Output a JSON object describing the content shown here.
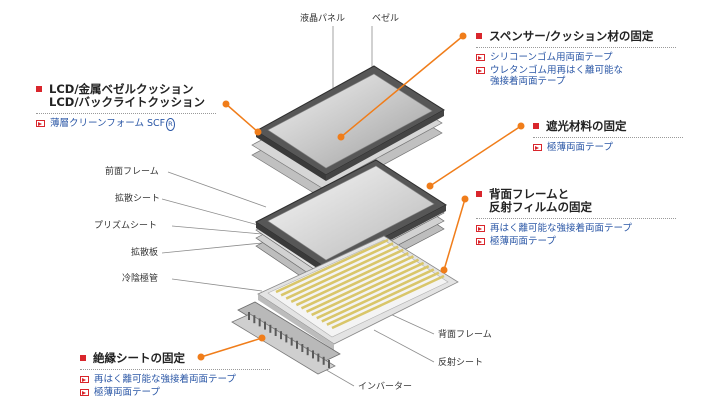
{
  "labels": {
    "liquid_panel": "液晶パネル",
    "bezel": "ベゼル",
    "front_frame": "前面フレーム",
    "diffuser_sheet": "拡散シート",
    "prism_sheet": "プリズムシート",
    "diffuser_plate": "拡散板",
    "ccfl": "冷陰極管",
    "back_frame": "背面フレーム",
    "reflector_sheet": "反射シート",
    "inverter": "インバーター"
  },
  "callouts": {
    "spacer": {
      "title": "スペンサー/クッション材の固定",
      "items": [
        "シリコーンゴム用両面テープ",
        "ウレタンゴム用再はく離可能な",
        "強接着両面テープ"
      ]
    },
    "lcd_cushion": {
      "title_line1": "LCD/金属ベゼルクッション",
      "title_line2": "LCD/バックライトクッション",
      "item": "薄層クリーンフォーム SCF",
      "registered_mark": "R"
    },
    "light_shield": {
      "title": "遮光材料の固定",
      "items": [
        "極薄両面テープ"
      ]
    },
    "back_frame_fix": {
      "title_line1": "背面フレームと",
      "title_line2": "反射フィルムの固定",
      "items": [
        "再はく離可能な強接着両面テープ",
        "極薄両面テープ"
      ]
    },
    "insulation": {
      "title": "絶縁シートの固定",
      "items": [
        "再はく離可能な強接着両面テープ",
        "極薄両面テープ"
      ]
    }
  },
  "colors": {
    "accent_red": "#d9262c",
    "leader_orange": "#f07d1a",
    "link_blue": "#2b57a6",
    "frame_dark": "#4a4a4a",
    "lamp_gold": "#d9c66a"
  }
}
